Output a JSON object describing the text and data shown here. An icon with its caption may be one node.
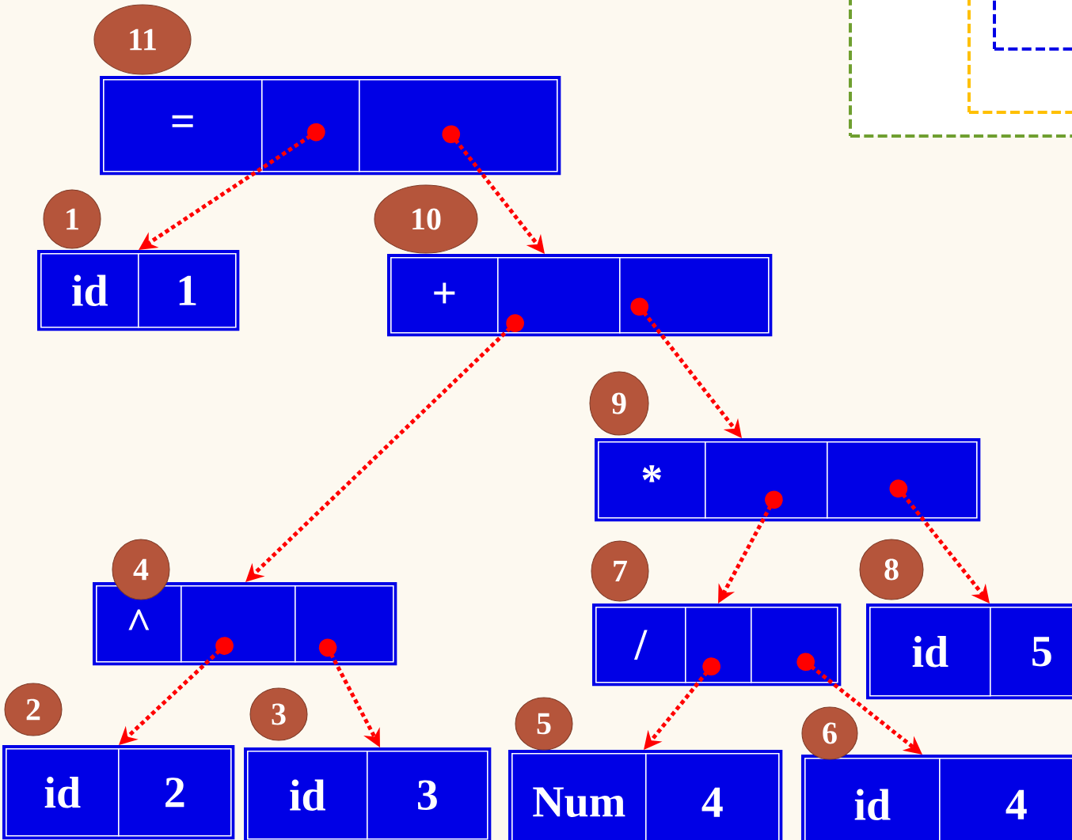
{
  "diagram": {
    "nodes": [
      {
        "text": [
          "11"
        ]
      },
      {
        "text": [],
        "shape": "box"
      },
      {
        "text": [
          "="
        ],
        "in": 1
      },
      {
        "text": [],
        "shape": "box",
        "in": 1
      },
      {
        "text": [],
        "shape": "box",
        "in": 1
      },
      {
        "text": [],
        "shape": "box"
      },
      {
        "text": [],
        "shape": "box",
        "in": 5
      },
      {
        "text": [],
        "shape": "box",
        "in": 6
      },
      {
        "text": [
          "1"
        ]
      },
      {
        "text": [],
        "shape": "box"
      },
      {
        "text": [
          "id"
        ],
        "in": 9
      },
      {
        "text": [
          "1"
        ],
        "in": 9
      },
      {
        "text": [
          "10"
        ]
      },
      {
        "text": [],
        "shape": "box"
      },
      {
        "text": [
          "+"
        ],
        "in": 13
      },
      {
        "text": [],
        "shape": "box",
        "in": 13
      },
      {
        "text": [],
        "shape": "box",
        "in": 13
      },
      {
        "text": [
          "9"
        ]
      },
      {
        "text": [],
        "shape": "box"
      },
      {
        "text": [
          "*"
        ],
        "in": 18
      },
      {
        "text": [],
        "shape": "box",
        "in": 18
      },
      {
        "text": [],
        "shape": "box",
        "in": 18
      },
      {
        "text": [
          "4"
        ]
      },
      {
        "text": [],
        "shape": "box"
      },
      {
        "text": [
          "^"
        ],
        "in": 23
      },
      {
        "text": [],
        "shape": "box",
        "in": 23
      },
      {
        "text": [],
        "shape": "box",
        "in": 23
      },
      {
        "text": [
          "7"
        ]
      },
      {
        "text": [],
        "shape": "box"
      },
      {
        "text": [
          "/"
        ],
        "in": 28
      },
      {
        "text": [],
        "shape": "box",
        "in": 28
      },
      {
        "text": [],
        "shape": "box",
        "in": 28
      },
      {
        "text": [
          "8"
        ]
      },
      {
        "text": [],
        "shape": "box"
      },
      {
        "text": [
          "id"
        ],
        "in": 33
      },
      {
        "text": [
          "5"
        ],
        "in": 33
      },
      {
        "text": [
          "2"
        ]
      },
      {
        "text": [],
        "shape": "box"
      },
      {
        "text": [
          "id"
        ],
        "in": 37
      },
      {
        "text": [
          "2"
        ],
        "in": 37
      },
      {
        "text": [
          "3"
        ]
      },
      {
        "text": [],
        "shape": "box"
      },
      {
        "text": [
          "id"
        ],
        "in": 41
      },
      {
        "text": [
          "3"
        ],
        "in": 41
      },
      {
        "text": [
          "5"
        ]
      },
      {
        "text": [],
        "shape": "box"
      },
      {
        "text": [
          "Num"
        ],
        "in": 45
      },
      {
        "text": [
          "4"
        ],
        "in": 45
      },
      {
        "text": [
          "6"
        ]
      },
      {
        "text": [],
        "shape": "box"
      },
      {
        "text": [
          "id"
        ],
        "in": 49
      },
      {
        "text": [
          "4"
        ],
        "in": 49
      }
    ],
    "edges": [
      {
        "from": 3,
        "to": 9,
        "arrow": "to"
      },
      {
        "from": 4,
        "to": 13,
        "arrow": "to"
      },
      {
        "from": 15,
        "to": 23,
        "arrow": "to"
      },
      {
        "from": 16,
        "to": 18,
        "arrow": "to"
      },
      {
        "from": 20,
        "to": 28,
        "arrow": "to"
      },
      {
        "from": 21,
        "to": 33,
        "arrow": "to"
      },
      {
        "from": 25,
        "to": 37,
        "arrow": "to"
      },
      {
        "from": 26,
        "to": 41,
        "arrow": "to"
      },
      {
        "from": 30,
        "to": 45,
        "arrow": "to"
      },
      {
        "from": 31,
        "to": 49,
        "arrow": "to"
      }
    ]
  }
}
